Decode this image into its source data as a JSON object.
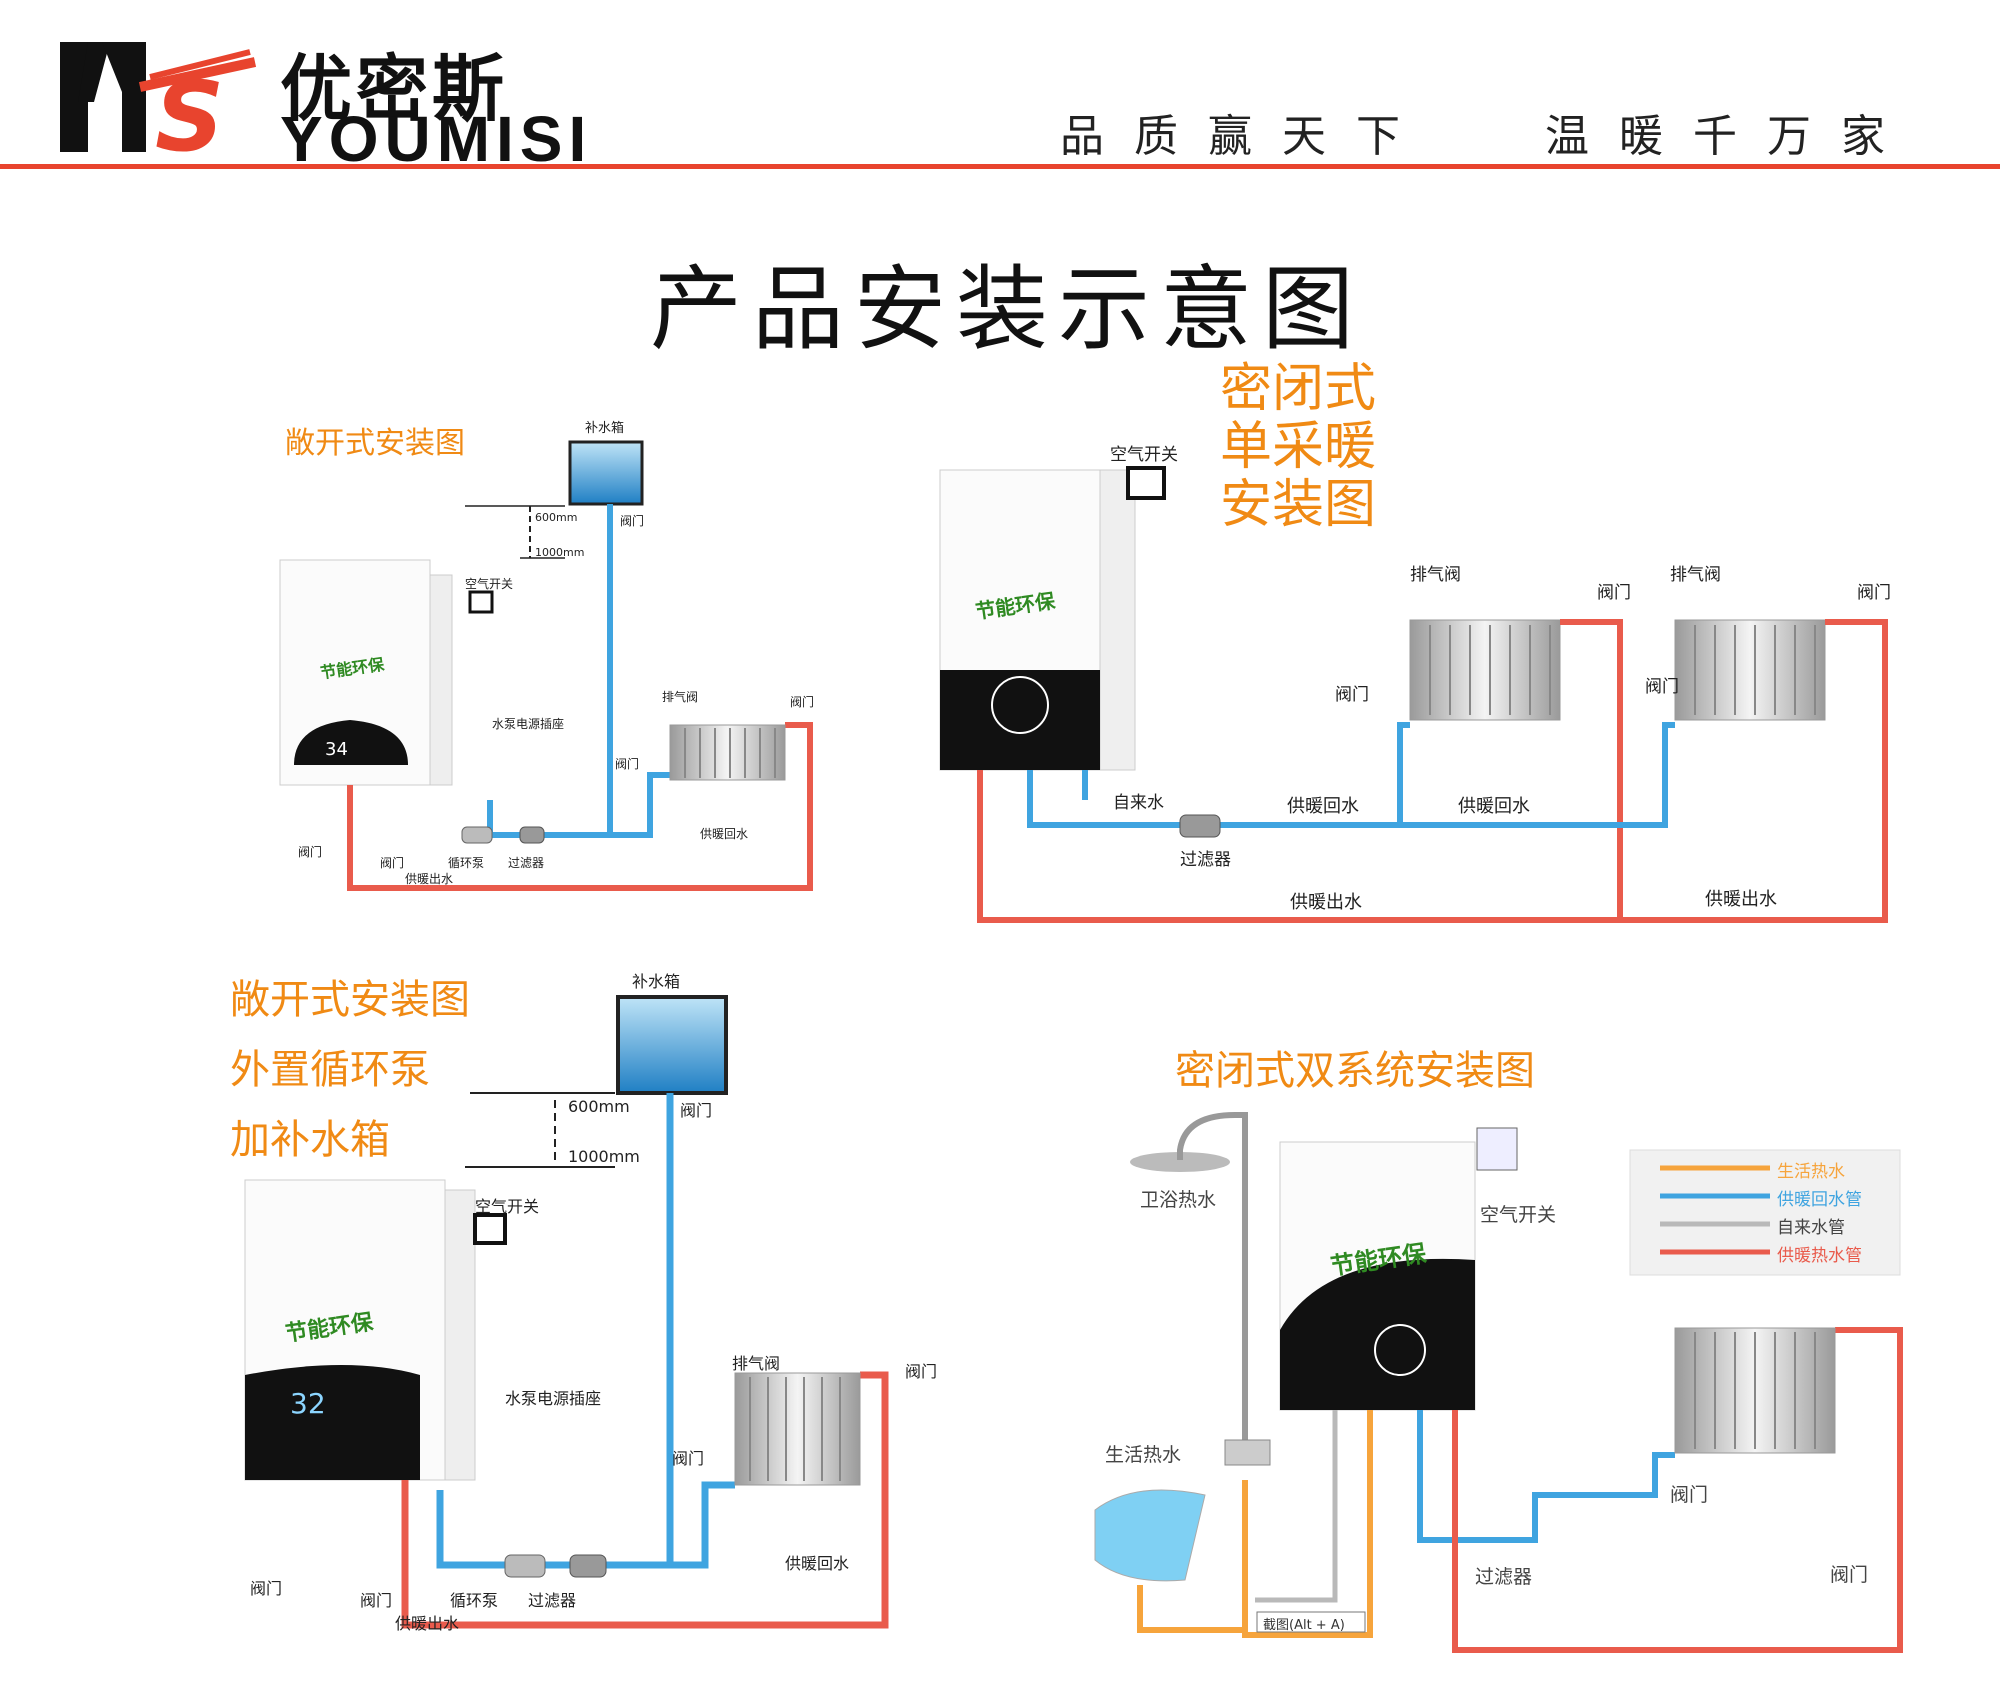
{
  "brand": {
    "name_cn": "优密斯",
    "name_en": "YOUMISI",
    "slogan_left": "品质赢天下",
    "slogan_right": "温暖千万家"
  },
  "page_title": "产品安装示意图",
  "colors": {
    "accent_red": "#e8442e",
    "title_orange": "#f08a14",
    "hot_pipe": "#e95b4c",
    "return_pipe": "#3fa4e0",
    "domestic_hot_pipe": "#f6a43c",
    "tap_pipe": "#b9b9b9"
  },
  "boiler": {
    "badge": "节能环保"
  },
  "diagram_open": {
    "title": "敞开式安装图",
    "labels": {
      "tank": "补水箱",
      "height_top": "600mm",
      "height_bottom": "1000mm",
      "valve_tank": "阀门",
      "air_switch": "空气开关",
      "pump_socket": "水泵电源插座",
      "vent": "排气阀",
      "valve_rad_left": "阀门",
      "valve_rad_right": "阀门",
      "return": "供暖回水",
      "valve_out": "阀门",
      "valve_in": "阀门",
      "pump": "循环泵",
      "filter": "过滤器",
      "supply": "供暖出水"
    }
  },
  "diagram_closed_single": {
    "title_lines": [
      "密闭式",
      "单采暖",
      "安装图"
    ],
    "labels": {
      "air_switch": "空气开关",
      "vent_1": "排气阀",
      "vent_2": "排气阀",
      "valve_1": "阀门",
      "valve_2": "阀门",
      "valve_3": "阀门",
      "valve_4": "阀门",
      "tap_in": "自来水",
      "return_1": "供暖回水",
      "return_2": "供暖回水",
      "filter": "过滤器",
      "supply_1": "供暖出水",
      "supply_2": "供暖出水"
    }
  },
  "diagram_open_pump": {
    "title_lines": [
      "敞开式安装图",
      "外置循环泵",
      "加补水箱"
    ],
    "labels": {
      "tank": "补水箱",
      "height_top": "600mm",
      "height_bottom": "1000mm",
      "valve_tank": "阀门",
      "air_switch": "空气开关",
      "pump_socket": "水泵电源插座",
      "vent": "排气阀",
      "valve_rad_left": "阀门",
      "valve_rad_right": "阀门",
      "return": "供暖回水",
      "valve_out": "阀门",
      "valve_in": "阀门",
      "pump": "循环泵",
      "filter": "过滤器",
      "supply": "供暖出水"
    }
  },
  "diagram_closed_dual": {
    "title": "密闭式双系统安装图",
    "labels": {
      "shower": "卫浴热水",
      "air_switch": "空气开关",
      "basin": "生活热水",
      "valve_1": "阀门",
      "valve_2": "阀门",
      "filter": "过滤器",
      "screenshot_tip": "截图(Alt + A)"
    },
    "legend": [
      {
        "label": "生活热水",
        "color": "#f6a43c"
      },
      {
        "label": "供暖回水管",
        "color": "#3fa4e0"
      },
      {
        "label": "自来水管",
        "color": "#b9b9b9"
      },
      {
        "label": "供暖热水管",
        "color": "#e95b4c"
      }
    ]
  }
}
